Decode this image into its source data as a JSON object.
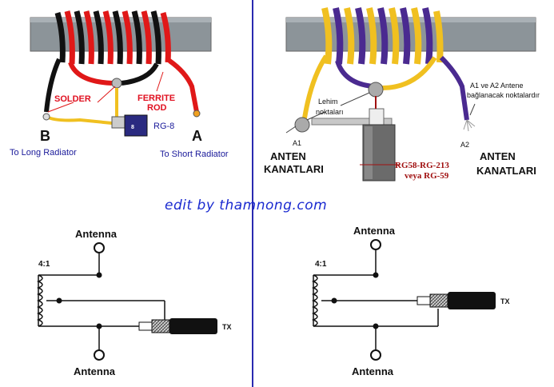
{
  "top_left": {
    "solder_label": "SOLDER",
    "ferrite_label_1": "FERRITE",
    "ferrite_label_2": "ROD",
    "coax_label": "RG-8",
    "terminal_b": "B",
    "terminal_a": "A",
    "to_long": "To Long Radiator",
    "to_short": "To Short Radiator"
  },
  "top_right": {
    "solder_points_1": "Lehim",
    "solder_points_2": "noktaları",
    "a1": "A1",
    "a2": "A2",
    "anten_left_1": "ANTEN",
    "anten_left_2": "KANATLARI",
    "anten_right_1": "ANTEN",
    "anten_right_2": "KANATLARI",
    "note_1": "A1 ve A2 Antene",
    "note_2": "bağlanacak noktalardır",
    "coax_1": "RG58-RG-213",
    "coax_2": "veya RG-59"
  },
  "credit": "edit by thamnong.com",
  "bottom_left": {
    "ratio": "4:1",
    "antenna_top": "Antenna",
    "antenna_bottom": "Antenna",
    "tx": "TX"
  },
  "bottom_right": {
    "ratio": "4:1",
    "antenna_top": "Antenna",
    "antenna_bottom": "Antenna",
    "tx": "TX"
  },
  "colors": {
    "divider": "#2a2ab0",
    "ferrite": "#8c9499",
    "wire_red": "#e01818",
    "wire_black": "#111111",
    "wire_yellow": "#f0c020",
    "wire_purple": "#4a2a90"
  }
}
